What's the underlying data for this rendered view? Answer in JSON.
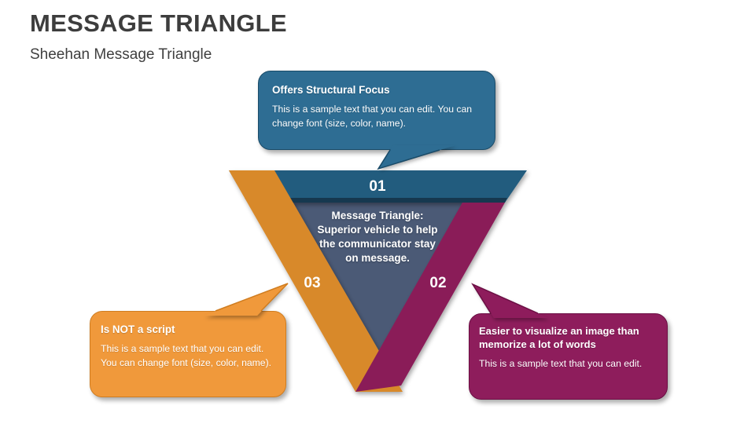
{
  "slide": {
    "title": "MESSAGE TRIANGLE",
    "subtitle": "Sheehan Message Triangle"
  },
  "triangle": {
    "segments": [
      {
        "number": "01",
        "side": "top"
      },
      {
        "number": "02",
        "side": "right"
      },
      {
        "number": "03",
        "side": "left"
      }
    ],
    "center": {
      "heading": "Message Triangle:",
      "line1": "Superior vehicle to help",
      "line2": "the communicator stay",
      "line3": "on message."
    }
  },
  "callouts": {
    "top": {
      "title": "Offers Structural Focus",
      "body": "This is a sample text that you can edit. You can change font (size, color, name)."
    },
    "left": {
      "title": "Is NOT a script",
      "body": "This is a sample text that you can edit. You can change font (size, color, name)."
    },
    "right": {
      "title": "Easier to visualize an image than memorize a lot of words",
      "body": "This is a sample text that you can edit."
    }
  },
  "colors": {
    "teal_band": "#235c7e",
    "teal_band_dark": "#17394f",
    "orange_band": "#d8892b",
    "magenta_band": "#8a1c58",
    "slate_center": "#4b5a76",
    "callout_top_bg": "#2e6d93",
    "callout_top_border": "#1a4b68",
    "callout_left_bg": "#f0993b",
    "callout_left_border": "#d07d20",
    "callout_right_bg": "#8e1d5c",
    "callout_right_border": "#6b0f44",
    "title_text": "#3d3d3d",
    "label_text": "#ffffff"
  }
}
